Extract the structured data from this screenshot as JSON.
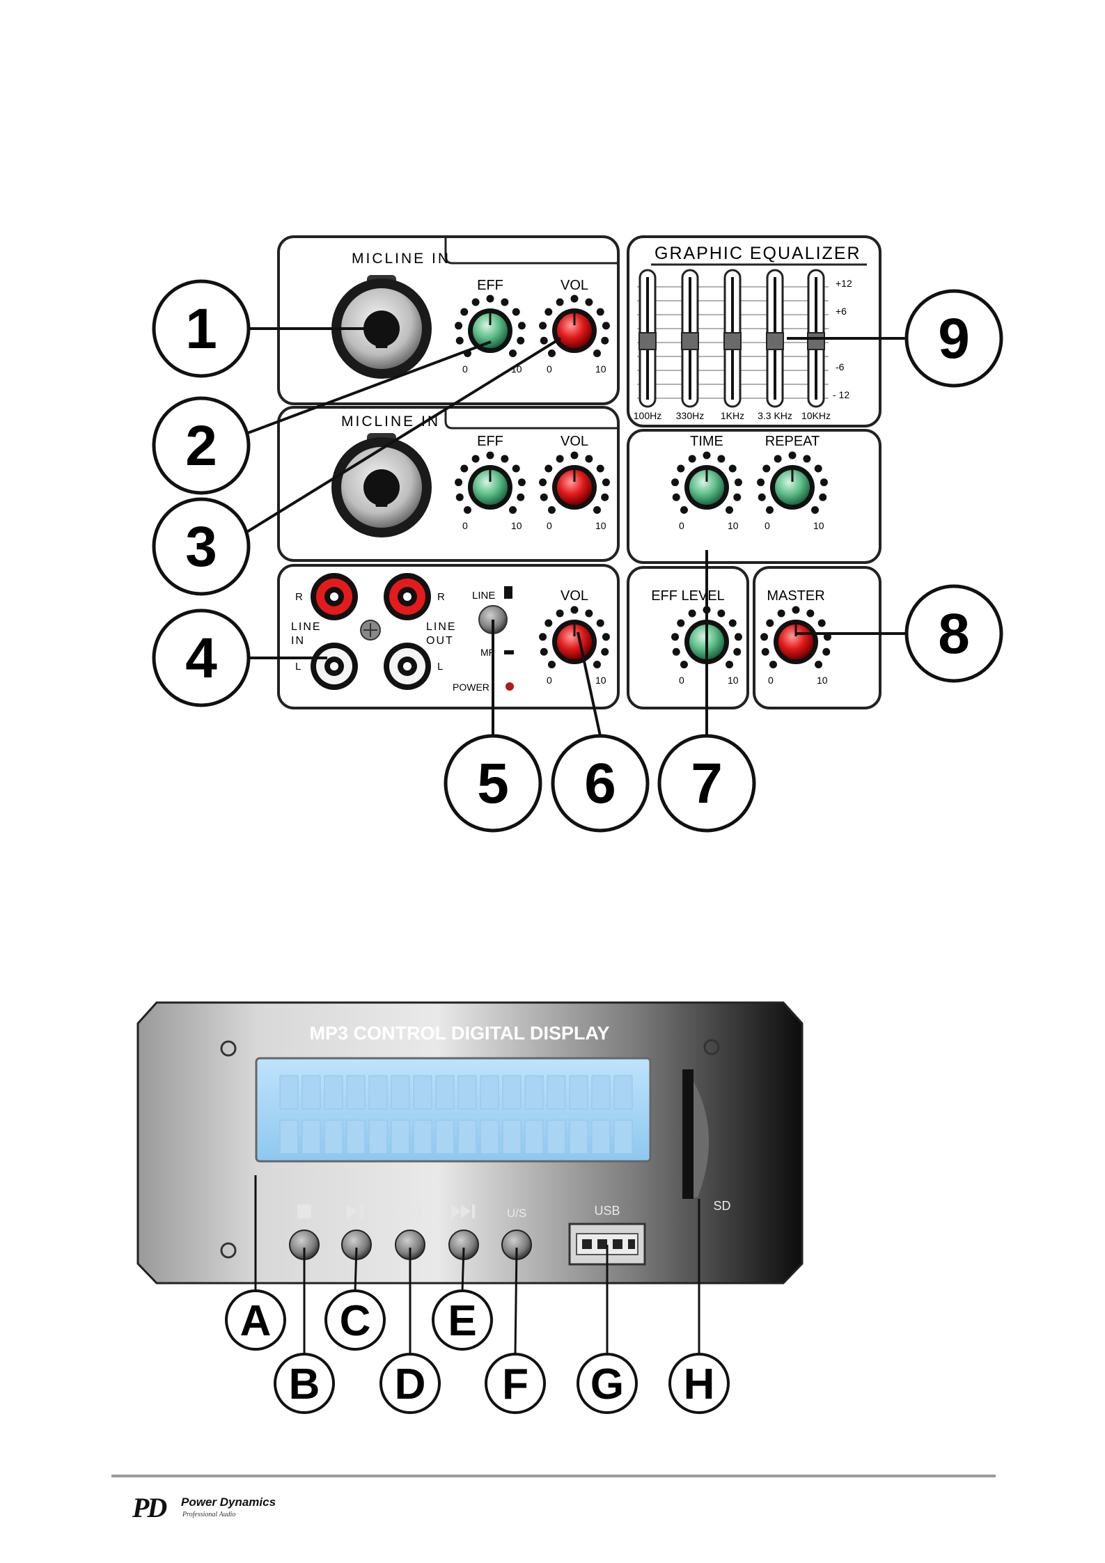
{
  "panel": {
    "mic1_title": "MICLINE IN",
    "mic2_title": "MICLINE IN",
    "eff": "EFF",
    "vol": "VOL",
    "scale_min": "0",
    "scale_max": "10",
    "eq_title": "GRAPHIC EQUALIZER",
    "eq_scale": [
      "+12",
      "+6",
      "-6",
      "- 12"
    ],
    "eq_bands": [
      "100Hz",
      "330Hz",
      "1KHz",
      "3.3 KHz",
      "10KHz"
    ],
    "time": "TIME",
    "repeat": "REPEAT",
    "eff_level": "EFF LEVEL",
    "master": "MASTER",
    "line_r": "R",
    "line_l": "L",
    "line_in": "LINE\nIN",
    "line_out": "LINE\nOUT",
    "switch_line": "LINE",
    "switch_mp": "MP",
    "power": "POWER",
    "callouts": [
      "1",
      "2",
      "3",
      "4",
      "5",
      "6",
      "7",
      "8",
      "9"
    ]
  },
  "mp3": {
    "title": "MP3 CONTROL DIGITAL DISPLAY",
    "usb": "USB",
    "sd": "SD",
    "us": "U/S",
    "callouts": [
      "A",
      "B",
      "C",
      "D",
      "E",
      "F",
      "G",
      "H"
    ]
  },
  "footer": {
    "logo_mark": "PD",
    "brand": "Power Dynamics",
    "tagline": "Professional Audio"
  }
}
